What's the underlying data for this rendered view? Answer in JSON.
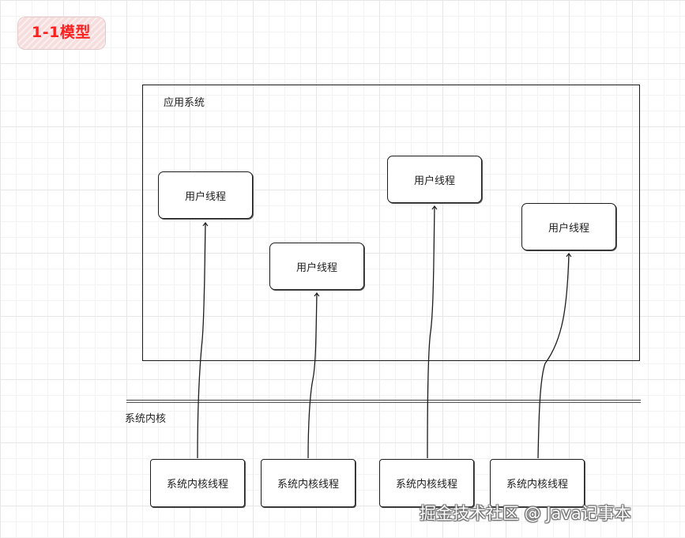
{
  "diagram_title": "1-1模型",
  "app_system_label": "应用系统",
  "kernel_label": "系统内核",
  "user_threads": [
    {
      "label": "用户线程"
    },
    {
      "label": "用户线程"
    },
    {
      "label": "用户线程"
    },
    {
      "label": "用户线程"
    }
  ],
  "kernel_threads": [
    {
      "label": "系统内核线程"
    },
    {
      "label": "系统内核线程"
    },
    {
      "label": "系统内核线程"
    },
    {
      "label": "系统内核线程"
    }
  ],
  "watermark": "掘金技术社区 @ Java记事本",
  "colors": {
    "title": "#ff2020",
    "badge": "#f7dede",
    "stroke": "#1e1e1e"
  }
}
